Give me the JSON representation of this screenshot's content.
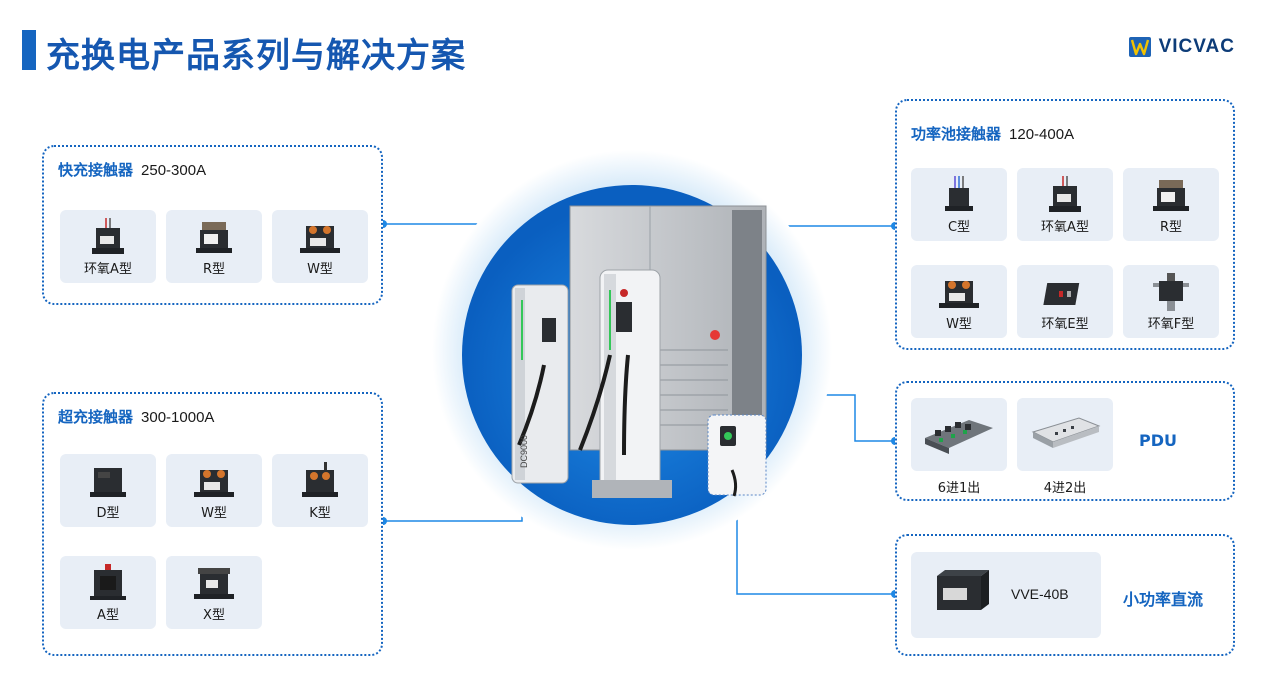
{
  "header": {
    "title": "充换电产品系列与解决方案",
    "brand": "VICVAC"
  },
  "fast": {
    "name": "快充接触器",
    "range": "250-300A",
    "items": [
      {
        "label": "环氧A型"
      },
      {
        "label": "R型"
      },
      {
        "label": "W型"
      }
    ]
  },
  "super": {
    "name": "超充接触器",
    "range": "300-1000A",
    "items": [
      {
        "label": "D型"
      },
      {
        "label": "W型"
      },
      {
        "label": "K型"
      },
      {
        "label": "A型"
      },
      {
        "label": "X型"
      }
    ]
  },
  "battery": {
    "name": "功率池接触器",
    "range": "120-400A",
    "items": [
      {
        "label": "C型"
      },
      {
        "label": "环氧A型"
      },
      {
        "label": "R型"
      },
      {
        "label": "W型"
      },
      {
        "label": "环氧E型"
      },
      {
        "label": "环氧F型"
      }
    ]
  },
  "pdu": {
    "name": "PDU",
    "items": [
      {
        "label": "6进1出"
      },
      {
        "label": "4进2出"
      }
    ]
  },
  "low": {
    "name": "小功率直流",
    "model": "VVE-40B"
  },
  "charger": {
    "side_text": "DC9000"
  },
  "colors": {
    "accent": "#1565c0",
    "card": "#e8eef6",
    "relay": "#1f2226"
  }
}
